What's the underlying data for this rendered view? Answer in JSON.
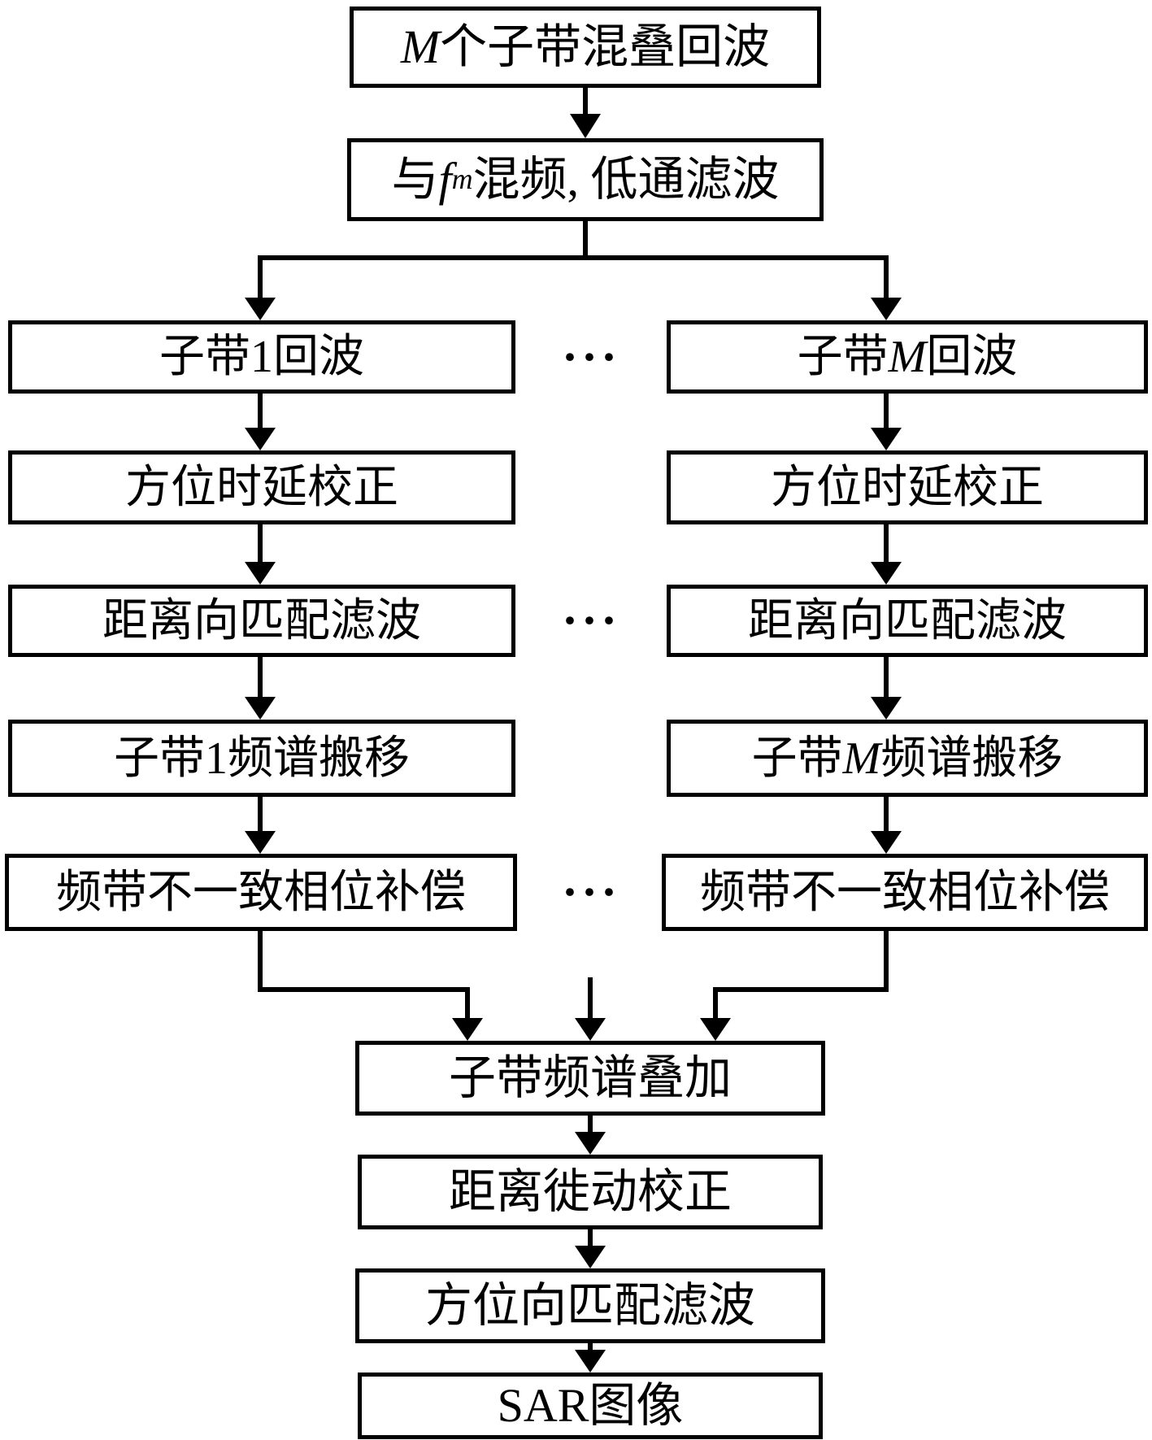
{
  "diagram": {
    "top_box": {
      "var": "M",
      "rest": "个子带混叠回波"
    },
    "mix_box": {
      "pre": "与",
      "var": "f",
      "sub": "m",
      "rest": "混频, 低通滤波"
    },
    "ellipsis": "···",
    "left": {
      "echo": "子带1回波",
      "azimuth_delay": "方位时延校正",
      "range_filter": "距离向匹配滤波",
      "spectrum_shift": "子带1频谱搬移",
      "phase_comp": "频带不一致相位补偿"
    },
    "right": {
      "echo": {
        "pre": "子带",
        "var": "M",
        "rest": "回波"
      },
      "azimuth_delay": "方位时延校正",
      "range_filter": "距离向匹配滤波",
      "spectrum_shift": {
        "pre": "子带",
        "var": "M",
        "rest": "频谱搬移"
      },
      "phase_comp": "频带不一致相位补偿"
    },
    "bottom": {
      "spectrum_sum": "子带频谱叠加",
      "rcmc": "距离徙动校正",
      "azimuth_filter": "方位向匹配滤波",
      "sar_image": "SAR图像"
    },
    "colors": {
      "line": "#000000",
      "background": "#ffffff",
      "text": "#000000"
    }
  }
}
